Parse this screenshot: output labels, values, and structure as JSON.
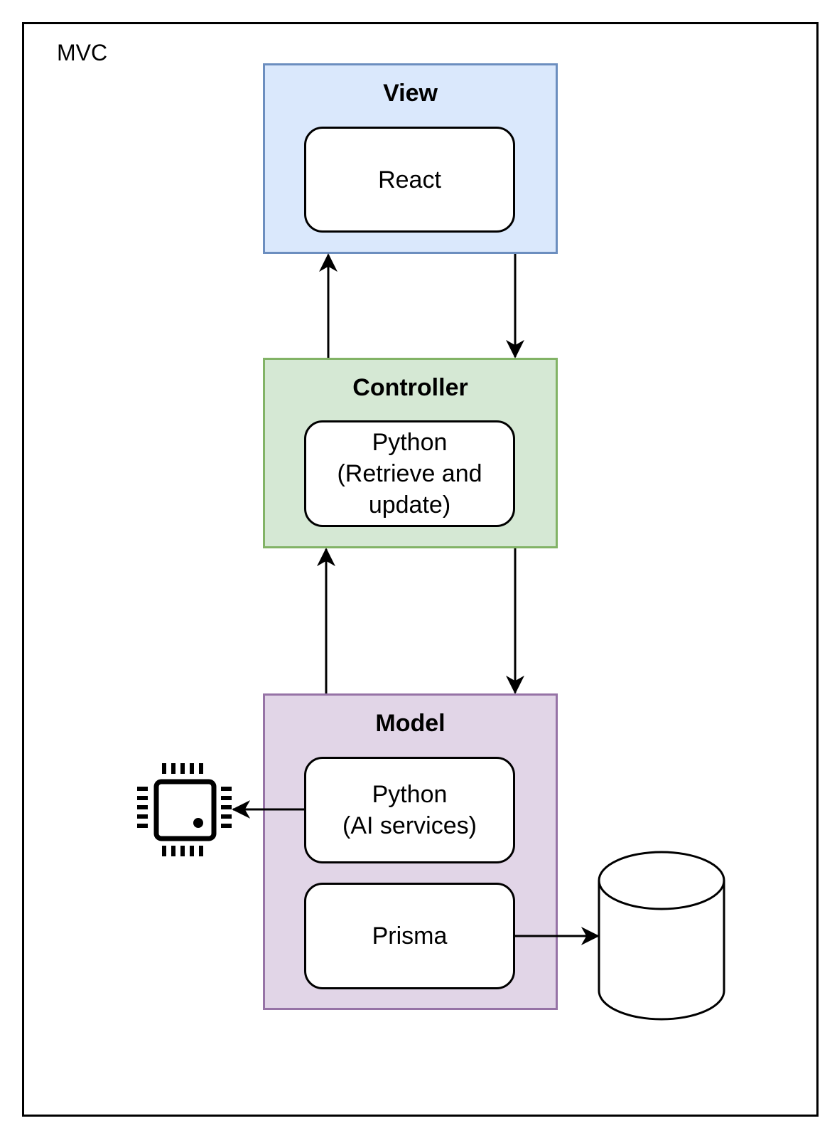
{
  "diagram": {
    "frame_label": "MVC",
    "layers": {
      "view": {
        "title": "View",
        "fill": "#dae8fc",
        "stroke": "#6c8ebf",
        "components": {
          "react": "React"
        }
      },
      "controller": {
        "title": "Controller",
        "fill": "#d5e8d4",
        "stroke": "#82b366",
        "components": {
          "python": "Python\n(Retrieve and\nupdate)"
        }
      },
      "model": {
        "title": "Model",
        "fill": "#e1d5e7",
        "stroke": "#9673a6",
        "components": {
          "python_ai": "Python\n(AI services)",
          "prisma": "Prisma"
        }
      }
    },
    "icons": [
      "cpu-chip-icon",
      "database-cylinder-icon"
    ],
    "connections": [
      {
        "from": "controller",
        "to": "view"
      },
      {
        "from": "view",
        "to": "controller"
      },
      {
        "from": "model",
        "to": "controller"
      },
      {
        "from": "controller",
        "to": "model"
      },
      {
        "from": "python_ai",
        "to": "cpu-chip-icon"
      },
      {
        "from": "prisma",
        "to": "database-cylinder-icon"
      }
    ]
  }
}
